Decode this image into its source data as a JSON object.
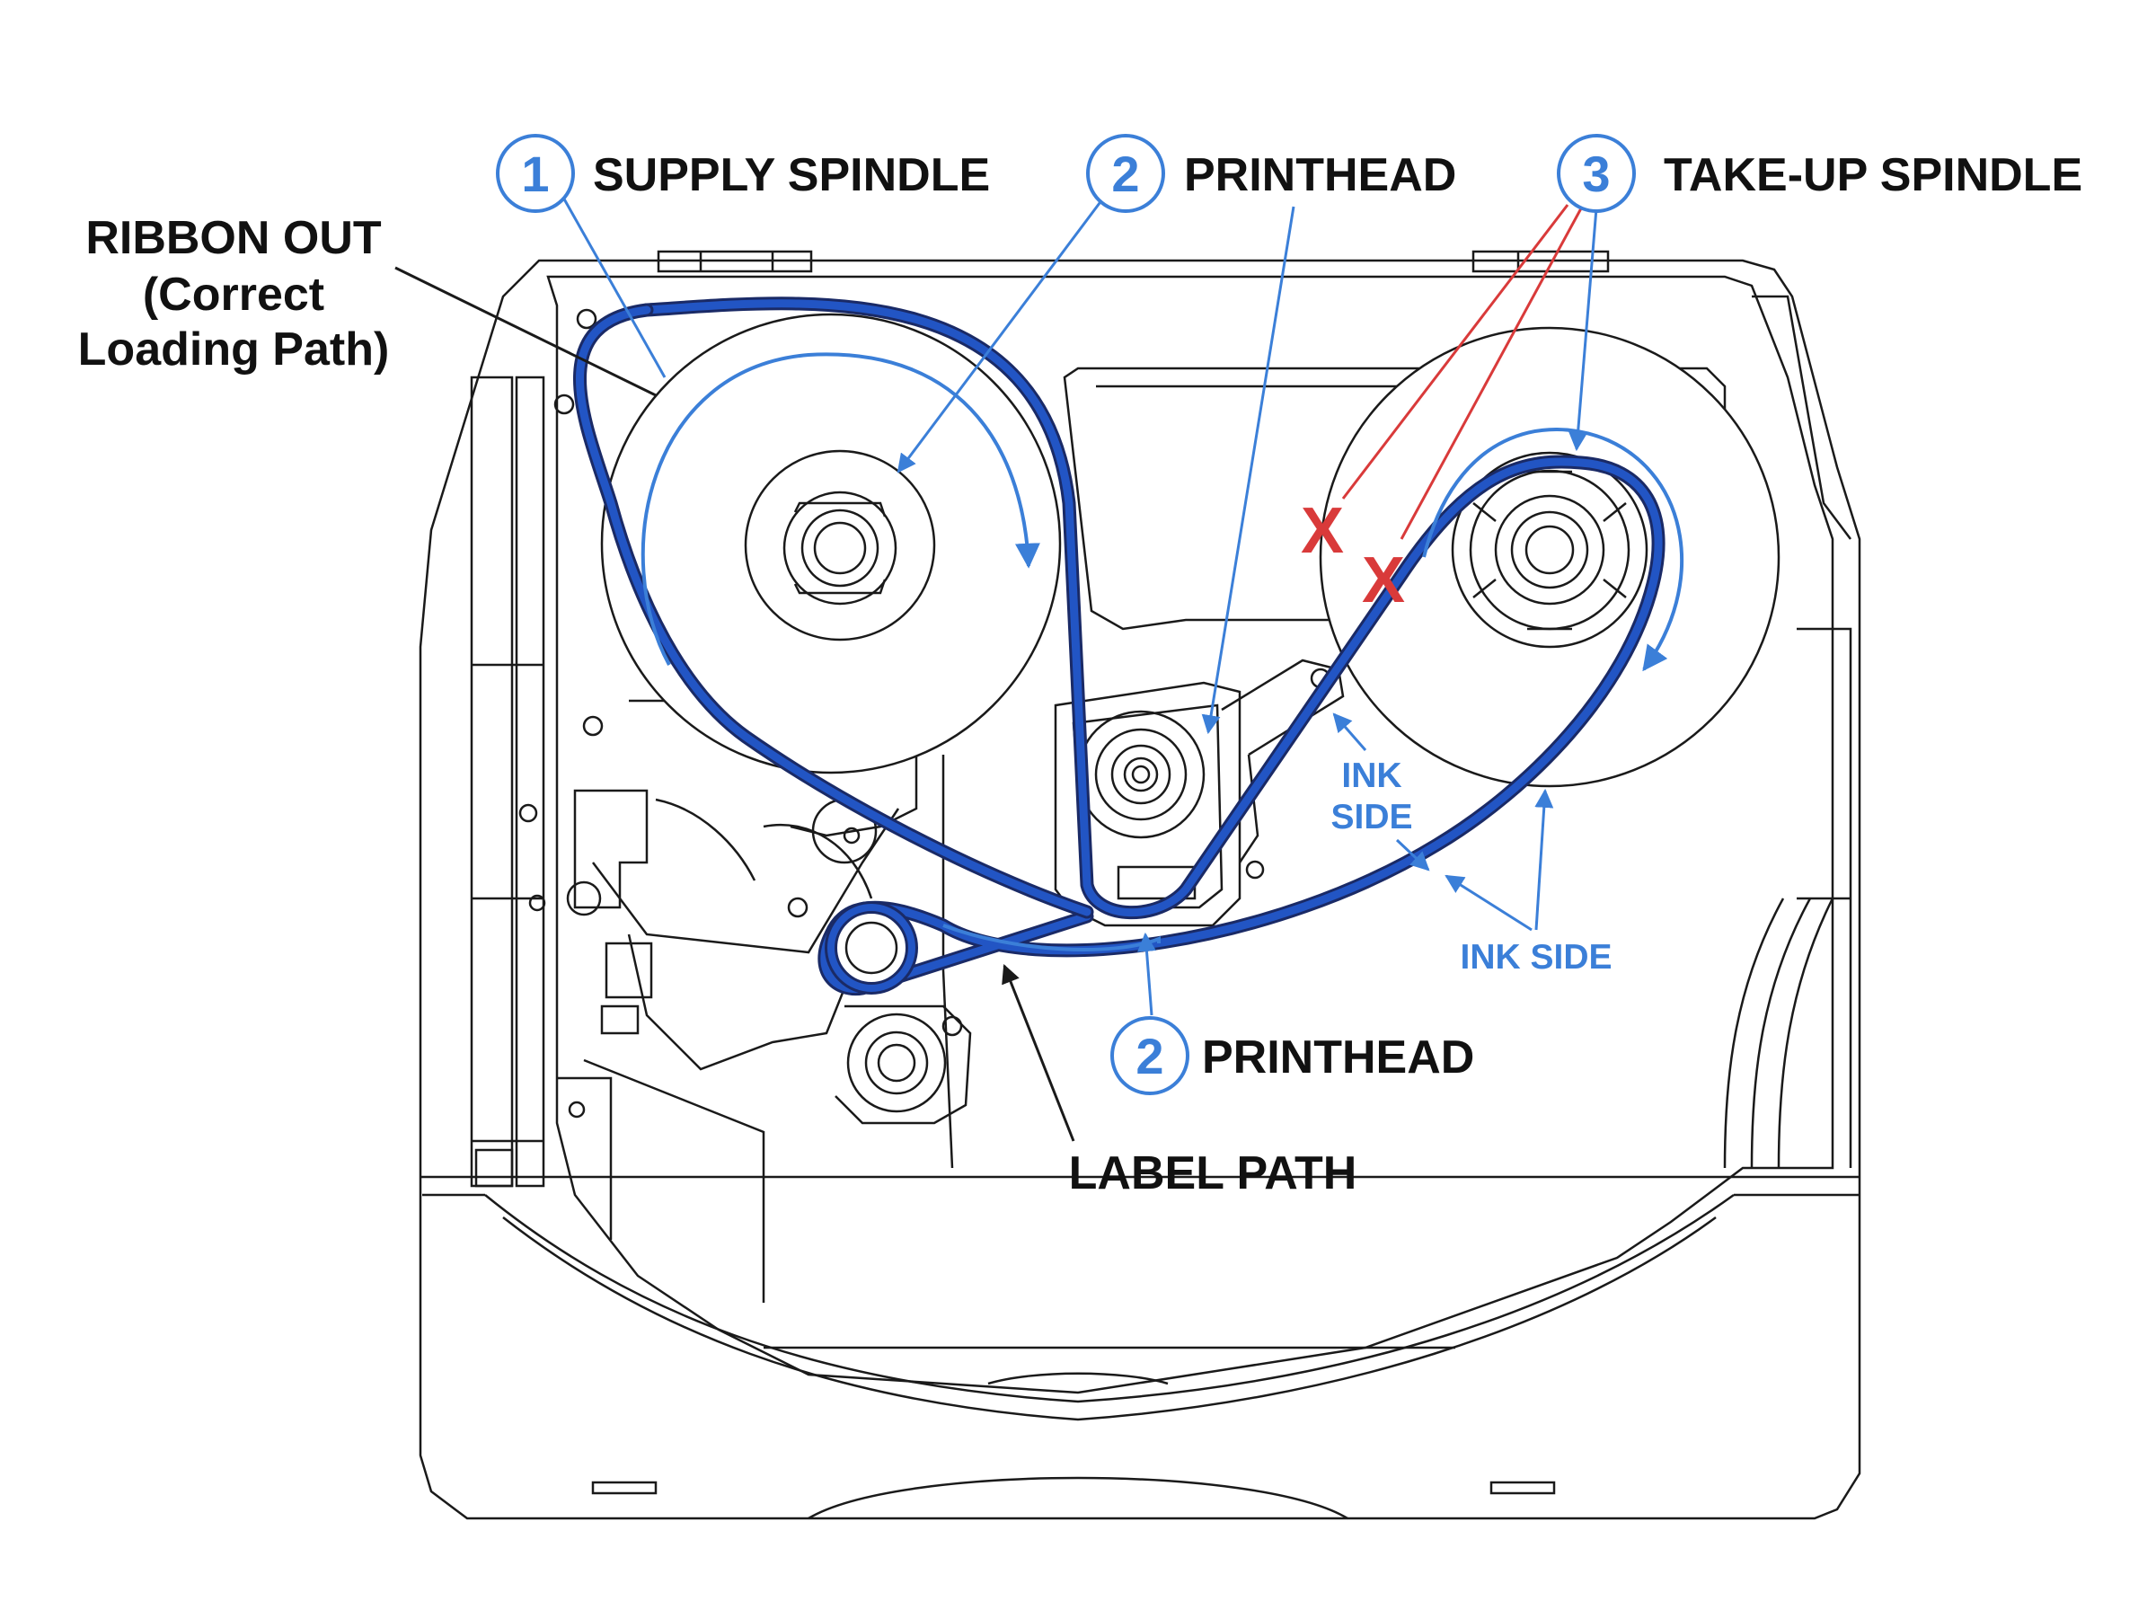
{
  "colors": {
    "ribbon": "#2255c4",
    "ribbon_outline": "#1a2a66",
    "callout": "#3b7fd8",
    "wrong": "#d93a3a",
    "line": "#1a1a1a"
  },
  "callouts": {
    "supply": {
      "number": "1",
      "label": "SUPPLY SPINDLE"
    },
    "printhead_top": {
      "number": "2",
      "label": "PRINTHEAD"
    },
    "takeup": {
      "number": "3",
      "label": "TAKE-UP SPINDLE"
    },
    "printhead_bottom": {
      "number": "2",
      "label": "PRINTHEAD"
    }
  },
  "labels": {
    "ribbon_out_line1": "RIBBON OUT",
    "ribbon_out_line2": "(Correct",
    "ribbon_out_line3": "Loading Path)",
    "label_path": "LABEL PATH",
    "ink_side_1_line1": "INK",
    "ink_side_1_line2": "SIDE",
    "ink_side_2": "INK SIDE"
  },
  "markers": {
    "wrong_mark": "X"
  }
}
